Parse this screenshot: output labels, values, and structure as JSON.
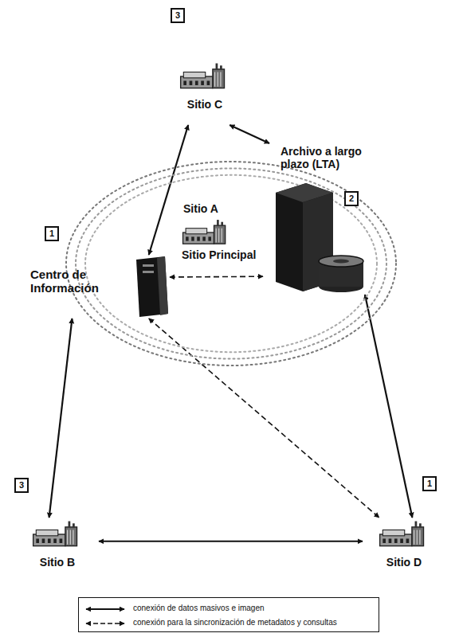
{
  "diagram": {
    "nodes": [
      {
        "text": [
          "Sitio C"
        ]
      },
      {
        "text": [
          "Sitio A",
          "Sitio Principal"
        ]
      },
      {
        "text": [
          "Centro de Información"
        ],
        "in": 1
      },
      {
        "text": [
          "Archivo a largo plazo (LTA)"
        ],
        "in": 1
      },
      {
        "text": [
          "Sitio B"
        ]
      },
      {
        "text": [
          "Sitio D"
        ]
      }
    ],
    "edges": [
      {
        "from": 0,
        "to": 2,
        "arrow": "both"
      },
      {
        "from": 0,
        "to": 3,
        "arrow": "both"
      },
      {
        "from": 2,
        "to": 3,
        "arrow": "both"
      },
      {
        "from": 2,
        "to": 4,
        "arrow": "both"
      },
      {
        "from": 2,
        "to": 5,
        "arrow": "both"
      },
      {
        "from": 3,
        "to": 5,
        "arrow": "both"
      },
      {
        "from": 4,
        "to": 5,
        "arrow": "both"
      }
    ],
    "labels": [
      "3",
      "1",
      "2",
      "3",
      "1"
    ],
    "legend": [
      {
        "text": "conexión de datos masivos e imagen"
      },
      {
        "text": "conexión para la sincronización de metadatos y consultas"
      }
    ]
  }
}
